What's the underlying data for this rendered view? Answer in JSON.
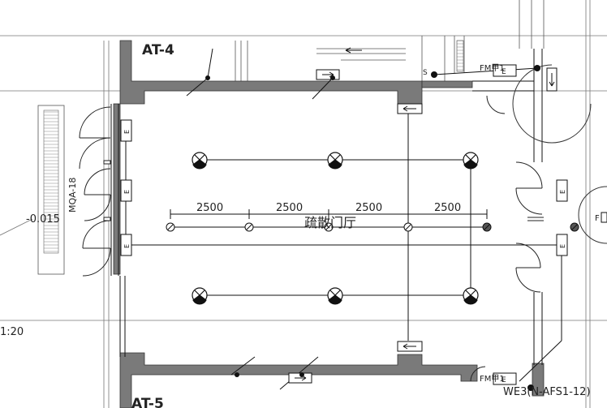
{
  "labels": {
    "tag_top": "AT-4",
    "tag_bottom": "AT-5",
    "elevation": "-0.015",
    "door_code": "MQA-18",
    "scale": "1:20",
    "room_name": "疏散门厅",
    "fm_top": "FM甲1",
    "fm_bottom": "FM甲1",
    "circuit": "WE3(N-AFS1-12)",
    "s_mark": "S",
    "f_mark": "F",
    "e_mark": "E"
  },
  "dimensions": [
    "2500",
    "2500",
    "2500",
    "2500"
  ],
  "colors": {
    "wall_fill": "#7a7a7a",
    "line": "#111111",
    "thin_line": "#555555",
    "text": "#222222"
  },
  "symbols": {
    "ceiling_light": "circle-cross-icon",
    "emergency_sign": "exit-sign-icon",
    "exit_light": "box-e-icon",
    "smoke_detector": "detector-icon"
  }
}
